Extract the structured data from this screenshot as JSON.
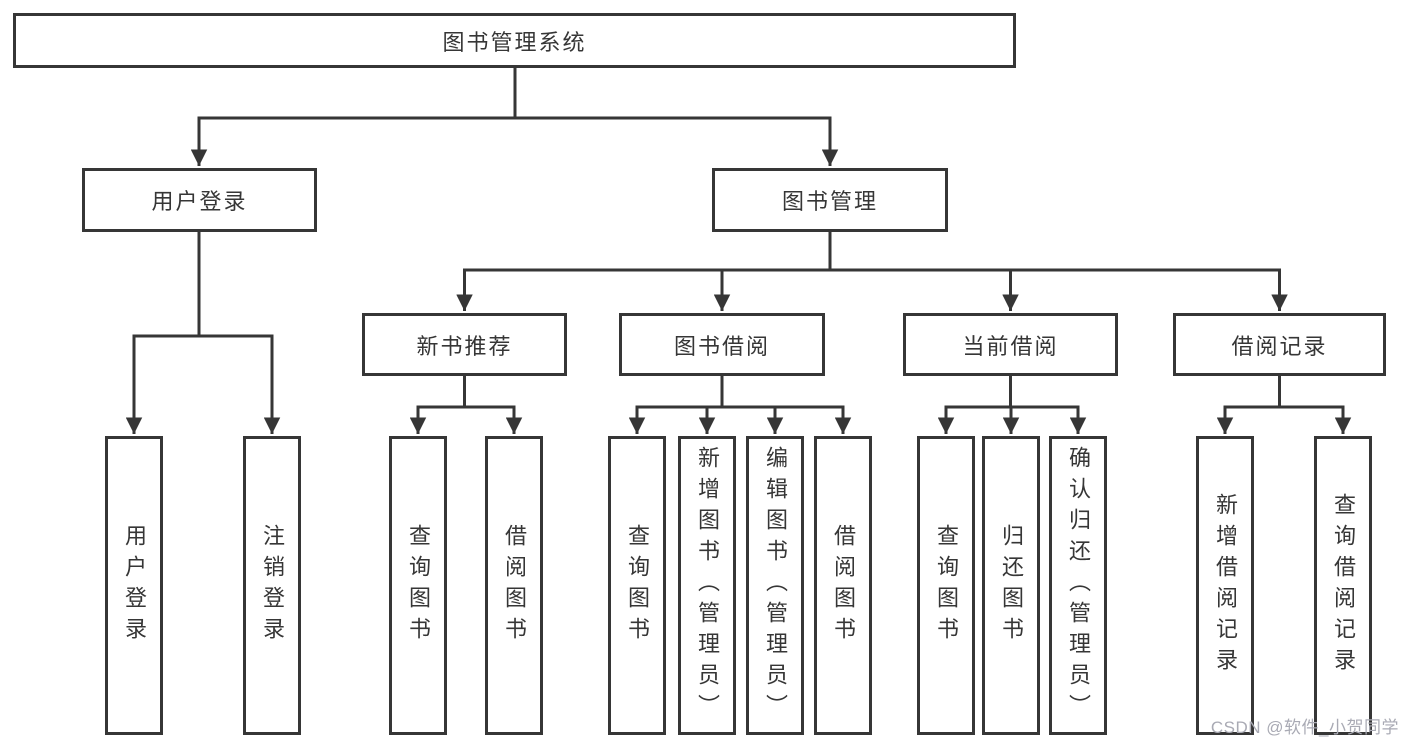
{
  "diagram": {
    "title": "图书管理系统",
    "type": "functional-structure-tree",
    "nodes": {
      "root": {
        "label": "图书管理系统"
      },
      "user_login_group": {
        "label": "用户登录"
      },
      "book_mgmt_group": {
        "label": "图书管理"
      },
      "new_book_rec": {
        "label": "新书推荐"
      },
      "book_borrow": {
        "label": "图书借阅"
      },
      "current_borrow": {
        "label": "当前借阅"
      },
      "borrow_record": {
        "label": "借阅记录"
      },
      "user_login": {
        "label": "用户登录"
      },
      "logout": {
        "label": "注销登录"
      },
      "rec_query_book": {
        "label": "查询图书"
      },
      "rec_borrow_book": {
        "label": "借阅图书"
      },
      "bb_query_book": {
        "label": "查询图书"
      },
      "bb_add_book": {
        "label": "新增图书（管理员）"
      },
      "bb_edit_book": {
        "label": "编辑图书（管理员）"
      },
      "bb_borrow_book": {
        "label": "借阅图书"
      },
      "cb_query_book": {
        "label": "查询图书"
      },
      "cb_return_book": {
        "label": "归还图书"
      },
      "cb_confirm_return": {
        "label": "确认归还（管理员）"
      },
      "br_add_record": {
        "label": "新增借阅记录"
      },
      "br_query_record": {
        "label": "查询借阅记录"
      }
    },
    "hierarchy": {
      "图书管理系统": [
        "用户登录",
        "图书管理"
      ],
      "用户登录": [
        "用户登录",
        "注销登录"
      ],
      "图书管理": [
        "新书推荐",
        "图书借阅",
        "当前借阅",
        "借阅记录"
      ],
      "新书推荐": [
        "查询图书",
        "借阅图书"
      ],
      "图书借阅": [
        "查询图书",
        "新增图书（管理员）",
        "编辑图书（管理员）",
        "借阅图书"
      ],
      "当前借阅": [
        "查询图书",
        "归还图书",
        "确认归还（管理员）"
      ],
      "借阅记录": [
        "新增借阅记录",
        "查询借阅记录"
      ]
    },
    "colors": {
      "line": "#363636",
      "box_border": "#363636",
      "text": "#363636",
      "background": "#ffffff",
      "watermark": "#a9aab4"
    },
    "watermark": "CSDN @软件_小贺同学"
  }
}
